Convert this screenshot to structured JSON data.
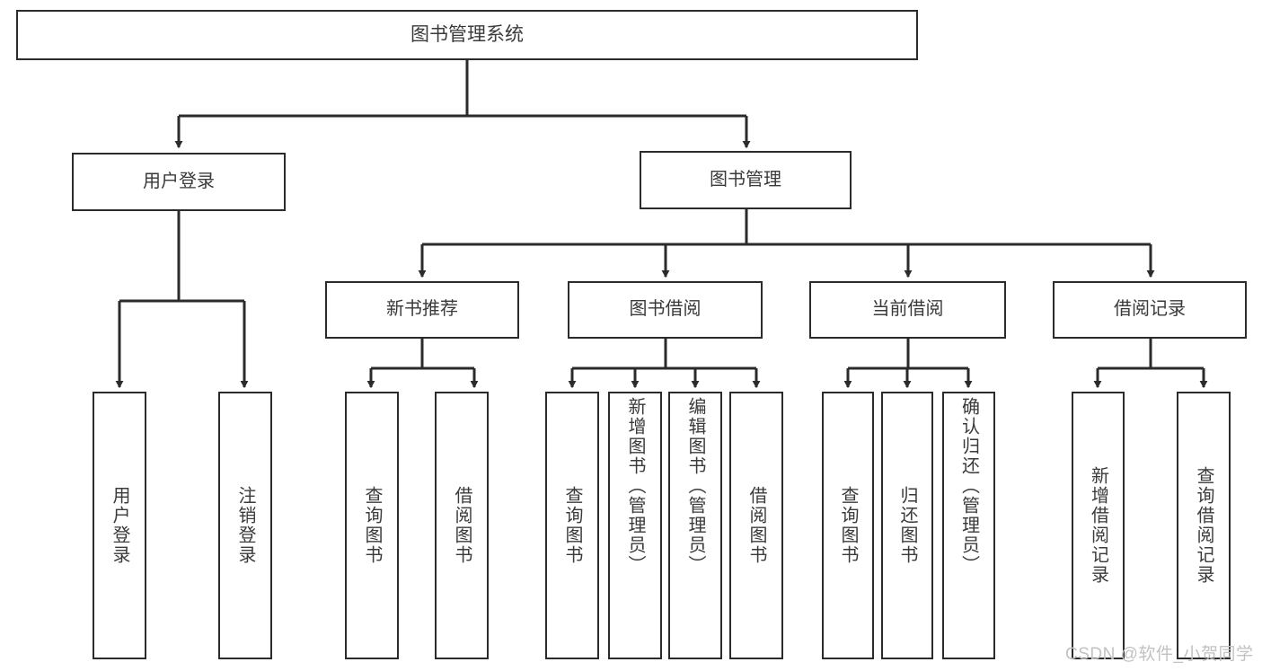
{
  "diagram": {
    "type": "tree",
    "title": "图书管理系统",
    "root": {
      "label": "图书管理系统"
    },
    "level1": [
      {
        "label": "用户登录"
      },
      {
        "label": "图书管理"
      }
    ],
    "level2": [
      {
        "label": "新书推荐"
      },
      {
        "label": "图书借阅"
      },
      {
        "label": "当前借阅"
      },
      {
        "label": "借阅记录"
      }
    ],
    "leaves": {
      "user_login": [
        {
          "label": "用户登录"
        },
        {
          "label": "注销登录"
        }
      ],
      "new_book_recommend": [
        {
          "label": "查询图书"
        },
        {
          "label": "借阅图书"
        }
      ],
      "book_borrow": [
        {
          "label": "查询图书"
        },
        {
          "label": "新增图书（管理员）"
        },
        {
          "label": "编辑图书（管理员）"
        },
        {
          "label": "借阅图书"
        }
      ],
      "current_borrow": [
        {
          "label": "查询图书"
        },
        {
          "label": "归还图书"
        },
        {
          "label": "确认归还（管理员）"
        }
      ],
      "borrow_record": [
        {
          "label": "新增借阅记录"
        },
        {
          "label": "查询借阅记录"
        }
      ]
    }
  },
  "watermark": {
    "text": "CSDN @软件_小贺同学"
  },
  "colors": {
    "stroke": "#2b2b2b",
    "text": "#3a3a3a",
    "background": "#ffffff",
    "watermark": "#c2c2c2"
  }
}
